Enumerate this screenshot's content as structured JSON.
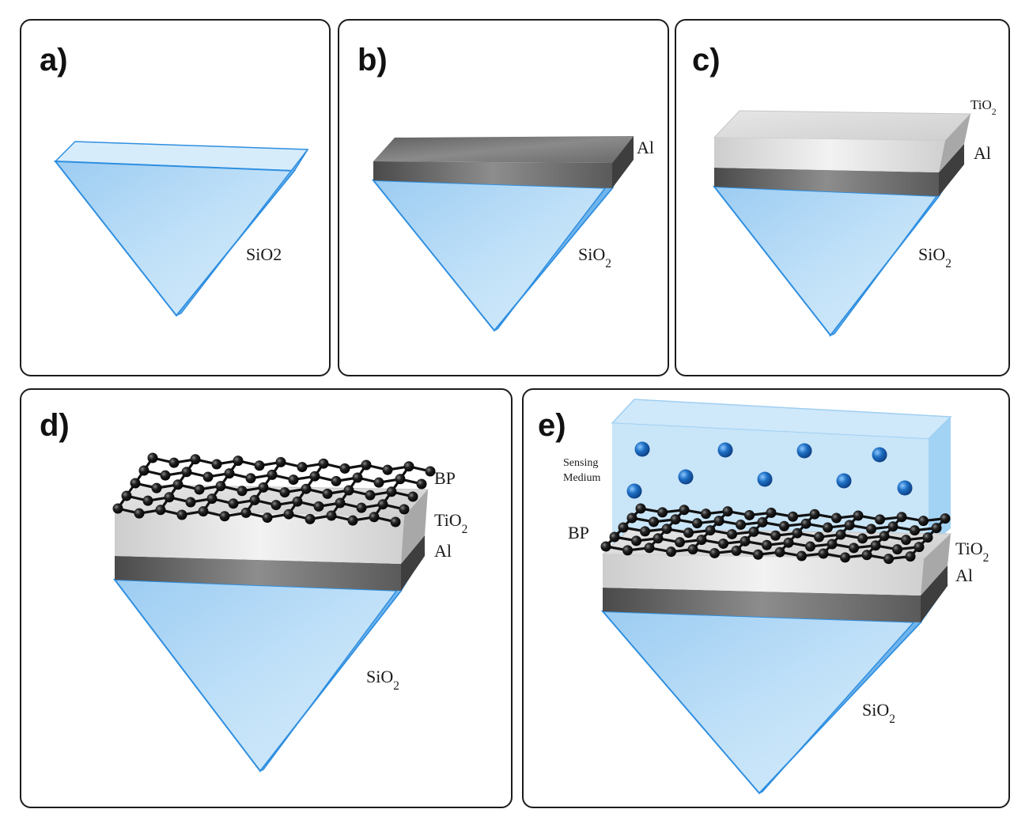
{
  "panels": {
    "a": {
      "label": "a)",
      "materials": {
        "substrate": "SiO2"
      }
    },
    "b": {
      "label": "b)",
      "materials": {
        "metal": "Al",
        "substrate": "SiO2"
      }
    },
    "c": {
      "label": "c)",
      "materials": {
        "oxide": "TiO2",
        "metal": "Al",
        "substrate": "SiO2"
      }
    },
    "d": {
      "label": "d)",
      "materials": {
        "layer2d": "BP",
        "oxide": "TiO2",
        "metal": "Al",
        "substrate": "SiO2"
      }
    },
    "e": {
      "label": "e)",
      "materials": {
        "medium_line1": "Sensing",
        "medium_line2": "Medium",
        "layer2d": "BP",
        "oxide": "TiO2",
        "metal": "Al",
        "substrate": "SiO2"
      }
    }
  },
  "colors": {
    "prism": "#a9d3f3",
    "prism_edge": "#2f8fe0",
    "aluminum": "#707070",
    "titania": "#dcdcdc",
    "phosphorene": "#111111",
    "analyte": "#1e6fc4",
    "sensing_medium": "#bfe0f7"
  },
  "layer_names": {
    "prism": "prism-icon",
    "aluminum": "aluminum-layer",
    "titania": "titanium-dioxide-layer",
    "phosphorene": "black-phosphorus-lattice",
    "analyte": "analyte-particle"
  }
}
